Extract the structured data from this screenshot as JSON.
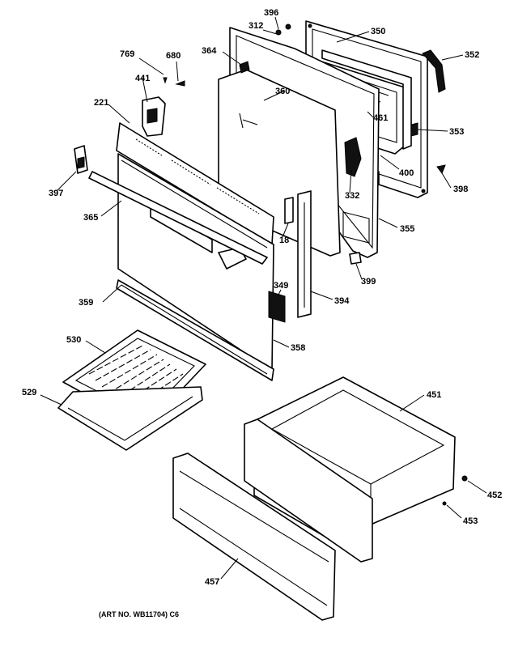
{
  "callouts": {
    "c396": "396",
    "c312": "312",
    "c350": "350",
    "c352": "352",
    "c769": "769",
    "c680": "680",
    "c364": "364",
    "c441": "441",
    "c360": "360",
    "c221": "221",
    "c461": "461",
    "c353": "353",
    "c400": "400",
    "c398": "398",
    "c397": "397",
    "c332": "332",
    "c365": "365",
    "c18": "18",
    "c355": "355",
    "c399": "399",
    "c349": "349",
    "c394": "394",
    "c359": "359",
    "c358": "358",
    "c530": "530",
    "c529": "529",
    "c451": "451",
    "c452": "452",
    "c453": "453",
    "c457": "457"
  },
  "caption": "(ART NO. WB11704) C6"
}
